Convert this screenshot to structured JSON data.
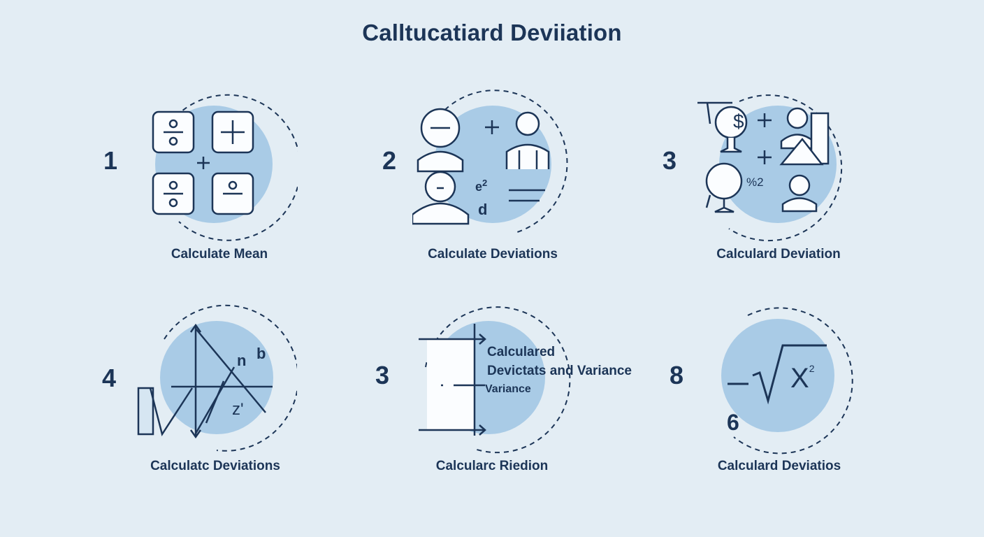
{
  "title": "Calltucatiard Deviiation",
  "colors": {
    "background": "#e3edf4",
    "circle_fill": "#a9cbe6",
    "ink": "#1c3557"
  },
  "steps": [
    {
      "number": "1",
      "caption": "Calculate Mean",
      "icon": "fraction-calculator-icon"
    },
    {
      "number": "2",
      "caption": "Calculate Deviations",
      "icon": "people-deviation-icon",
      "labels": {
        "e2": "e",
        "sup": "2",
        "d": "d"
      }
    },
    {
      "number": "3",
      "caption": "Calculard Deviation",
      "icon": "money-percent-people-icon",
      "labels": {
        "dollar": "$",
        "percent": "%",
        "two": "2"
      }
    },
    {
      "number": "4",
      "caption": "Calculatc Deviations",
      "icon": "graph-triangle-icon",
      "labels": {
        "n": "n",
        "b": "b",
        "z": "z'"
      }
    },
    {
      "number": "3",
      "caption": "Calcularc Riedion",
      "icon": "variance-chart-icon",
      "labels": {
        "line1": "Calculared",
        "line2": "Devictats and Variance",
        "line3": "Variance"
      }
    },
    {
      "number": "8",
      "caption": "Calculard Deviatios",
      "icon": "square-root-icon",
      "labels": {
        "formula": "X",
        "sup": "2",
        "six": "6"
      }
    }
  ]
}
